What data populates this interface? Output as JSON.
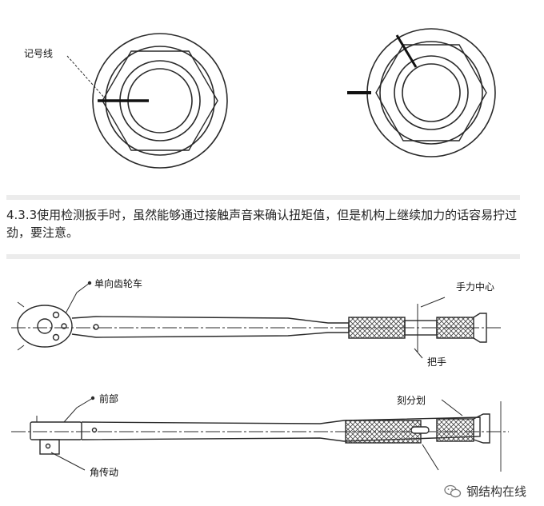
{
  "fig1": {
    "mark_label": "记号线"
  },
  "note": {
    "text": "4.3.3使用检测扳手时，虽然能够通过接触声音来确认扭矩值，但是机构上继续加力的话容易拧过劲，要注意。"
  },
  "fig2": {
    "ratchet_label": "单向齿轮车",
    "hand_center_label": "手力中心",
    "handle_label": "把手"
  },
  "fig3": {
    "front_label": "前部",
    "scale_label": "刻分划",
    "drive_label": "角传动"
  },
  "watermark": {
    "text": "钢结构在线",
    "icon": "wechat-icon"
  }
}
